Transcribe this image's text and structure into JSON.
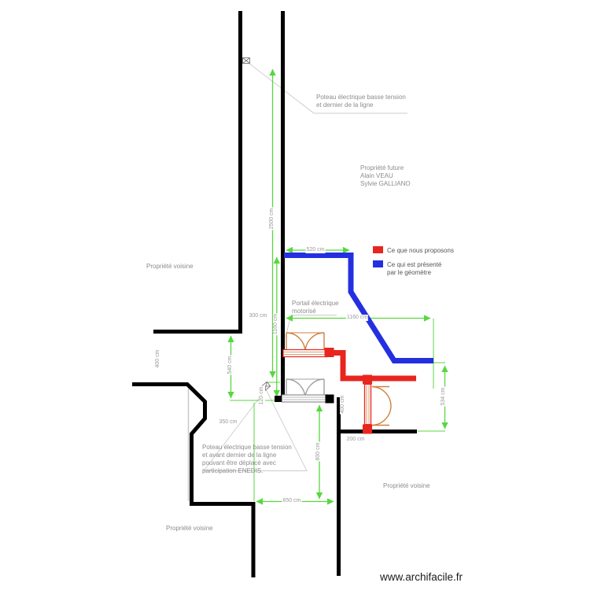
{
  "colors": {
    "wall": "#000000",
    "proposed_red": "#e8251f",
    "surveyor_blue": "#2430e0",
    "dimension_green": "#58d73f",
    "gate_orange": "#d08040",
    "label_gray": "#8c8c8c"
  },
  "legend": {
    "proposed": {
      "label": "Ce que nous proposons",
      "color": "#e8251f"
    },
    "surveyor": {
      "line1": "Ce qui est présenté",
      "line2": "par le géomètre",
      "color": "#2430e0"
    }
  },
  "annotations": {
    "pole_top": {
      "line1": "Poteau électrique basse tension",
      "line2": "et dernier de la ligne"
    },
    "property_future": {
      "line1": "Propriété future",
      "line2": "Alain VEAU",
      "line3": "Sylvie GALLIANO"
    },
    "property_left": "Propriété voisine",
    "property_bottom_left": "Propriété voisine",
    "property_bottom_right": "Propriété voisine",
    "gate": {
      "line1": "Portail électrique",
      "line2": "motorisé"
    },
    "pole_bottom": {
      "line1": "Poteau électrique basse tension",
      "line2": "et avant dernier de la ligne",
      "line3": "pouvant être déplacé avec",
      "line4": "participation ENEDIS."
    }
  },
  "dimensions": {
    "road_length": "2500 cm",
    "top_width": "520 cm",
    "left_height": "1160 cm",
    "middle_width": "1160 cm",
    "wall_gap": "540 cm",
    "road_width": "300 cm",
    "pole_offset": "120 cm",
    "left_side": "400 cm",
    "right_side": "400 cm",
    "lower_left": "350 cm",
    "bottom_height": "800 cm",
    "bottom_width": "650 cm",
    "right_wall": "200 cm",
    "right_height": "534 cm"
  },
  "footer": {
    "url": "www.archifacile.fr"
  }
}
